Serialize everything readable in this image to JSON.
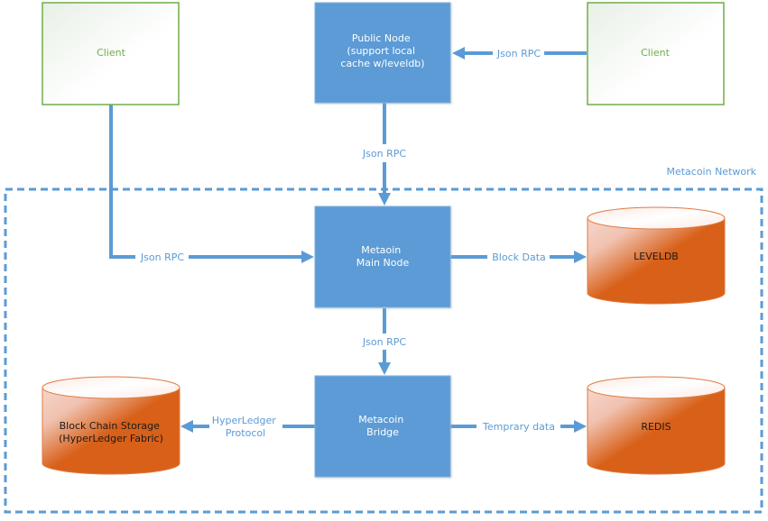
{
  "colors": {
    "accent_blue": "#5b9bd5",
    "client_border": "#70ad47",
    "client_text": "#70ad47",
    "db_fill": "#d86018",
    "db_light": "#f4cfc3",
    "db_text": "#1a1a1a"
  },
  "network": {
    "label": "Metacoin Network"
  },
  "nodes": {
    "client_left": {
      "label": "Client"
    },
    "client_right": {
      "label": "Client"
    },
    "public_node": {
      "lines": [
        "Public Node",
        "(support local",
        "cache w/leveldb)"
      ]
    },
    "main_node": {
      "lines": [
        "Metaoin",
        "Main Node"
      ]
    },
    "bridge": {
      "lines": [
        "Metacoin",
        "Bridge"
      ]
    }
  },
  "databases": {
    "leveldb": {
      "lines": [
        "LEVELDB"
      ]
    },
    "redis": {
      "lines": [
        "REDIS"
      ]
    },
    "blockchain": {
      "lines": [
        "Block Chain Storage",
        "(HyperLedger Fabric)"
      ]
    }
  },
  "edges": {
    "client_right_to_public": {
      "label": "Json RPC"
    },
    "public_to_main": {
      "label": "Json RPC"
    },
    "client_left_to_main": {
      "label": "Json RPC"
    },
    "main_to_leveldb": {
      "label": "Block Data"
    },
    "main_to_bridge": {
      "label": "Json RPC"
    },
    "bridge_to_redis": {
      "label": "Temprary data"
    },
    "bridge_to_blockchain": {
      "lines": [
        "HyperLedger",
        "Protocol"
      ]
    }
  }
}
